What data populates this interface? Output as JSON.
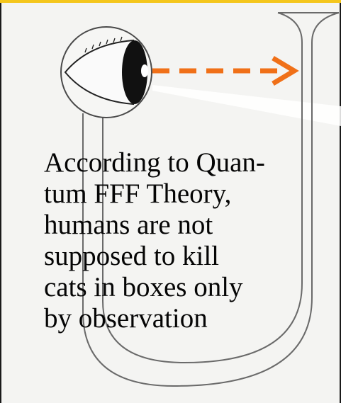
{
  "colors": {
    "top_bar": "#f4c61c",
    "arrow": "#f07018",
    "background": "#f4f4f2",
    "line": "#6a6a6a",
    "text": "#050505"
  },
  "icons": {
    "eye": "eye-icon",
    "arrow": "dashed-arrow-icon",
    "tube": "u-tube-icon"
  },
  "caption": {
    "lines": [
      "According to Quan-",
      "tum FFF Theory,",
      "humans are not",
      "supposed to kill",
      "cats in boxes only",
      "by observation"
    ]
  }
}
